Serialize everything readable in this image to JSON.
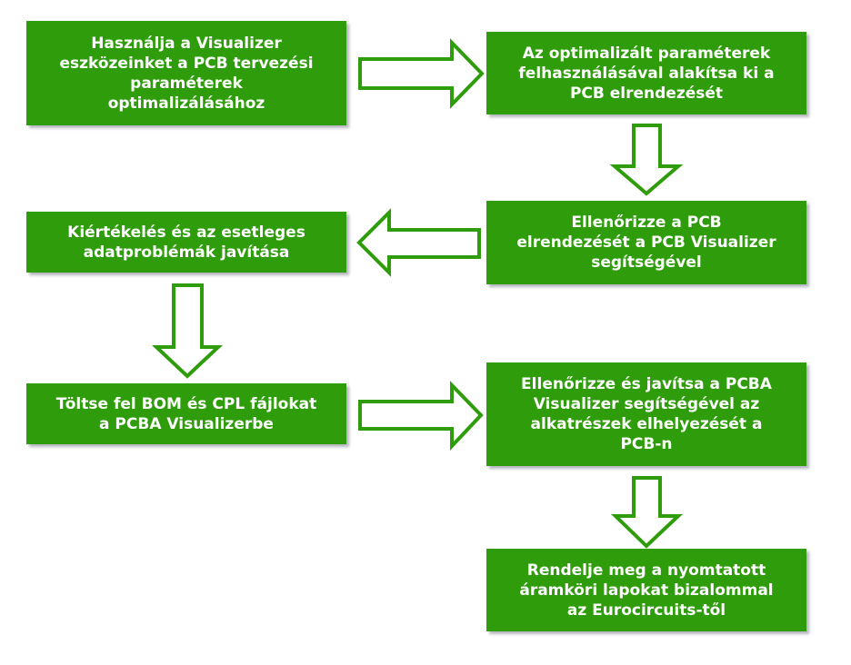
{
  "diagram": {
    "type": "flowchart",
    "colors": {
      "box_fill": "#2f9d0b",
      "box_text": "#ffffff",
      "arrow_stroke": "#2f9d0b",
      "arrow_fill": "#ffffff"
    },
    "steps": [
      {
        "id": 1,
        "text": "Használja a Visualizer\neszközeinket a PCB tervezési\nparaméterek\noptimalizálásához"
      },
      {
        "id": 2,
        "text": "Az optimalizált paraméterek\nfelhasználásával alakítsa ki a\nPCB elrendezését"
      },
      {
        "id": 3,
        "text": "Ellenőrizze a PCB\nelrendezését a PCB Visualizer\nsegítségével"
      },
      {
        "id": 4,
        "text": "Kiértékelés és az esetleges\nadatproblémák javítása"
      },
      {
        "id": 5,
        "text": "Töltse fel BOM és CPL fájlokat\na PCBA Visualizerbe"
      },
      {
        "id": 6,
        "text": "Ellenőrizze és javítsa a PCBA\nVisualizer segítségével az\nalkatrészek elhelyezését a\nPCB-n"
      },
      {
        "id": 7,
        "text": "Rendelje meg a nyomtatott\náramköri lapokat bizalommal\naz Eurocircuits-től"
      }
    ],
    "connections": [
      {
        "from": 1,
        "to": 2,
        "direction": "right"
      },
      {
        "from": 2,
        "to": 3,
        "direction": "down"
      },
      {
        "from": 3,
        "to": 4,
        "direction": "left"
      },
      {
        "from": 4,
        "to": 5,
        "direction": "down"
      },
      {
        "from": 5,
        "to": 6,
        "direction": "right"
      },
      {
        "from": 6,
        "to": 7,
        "direction": "down"
      }
    ]
  }
}
